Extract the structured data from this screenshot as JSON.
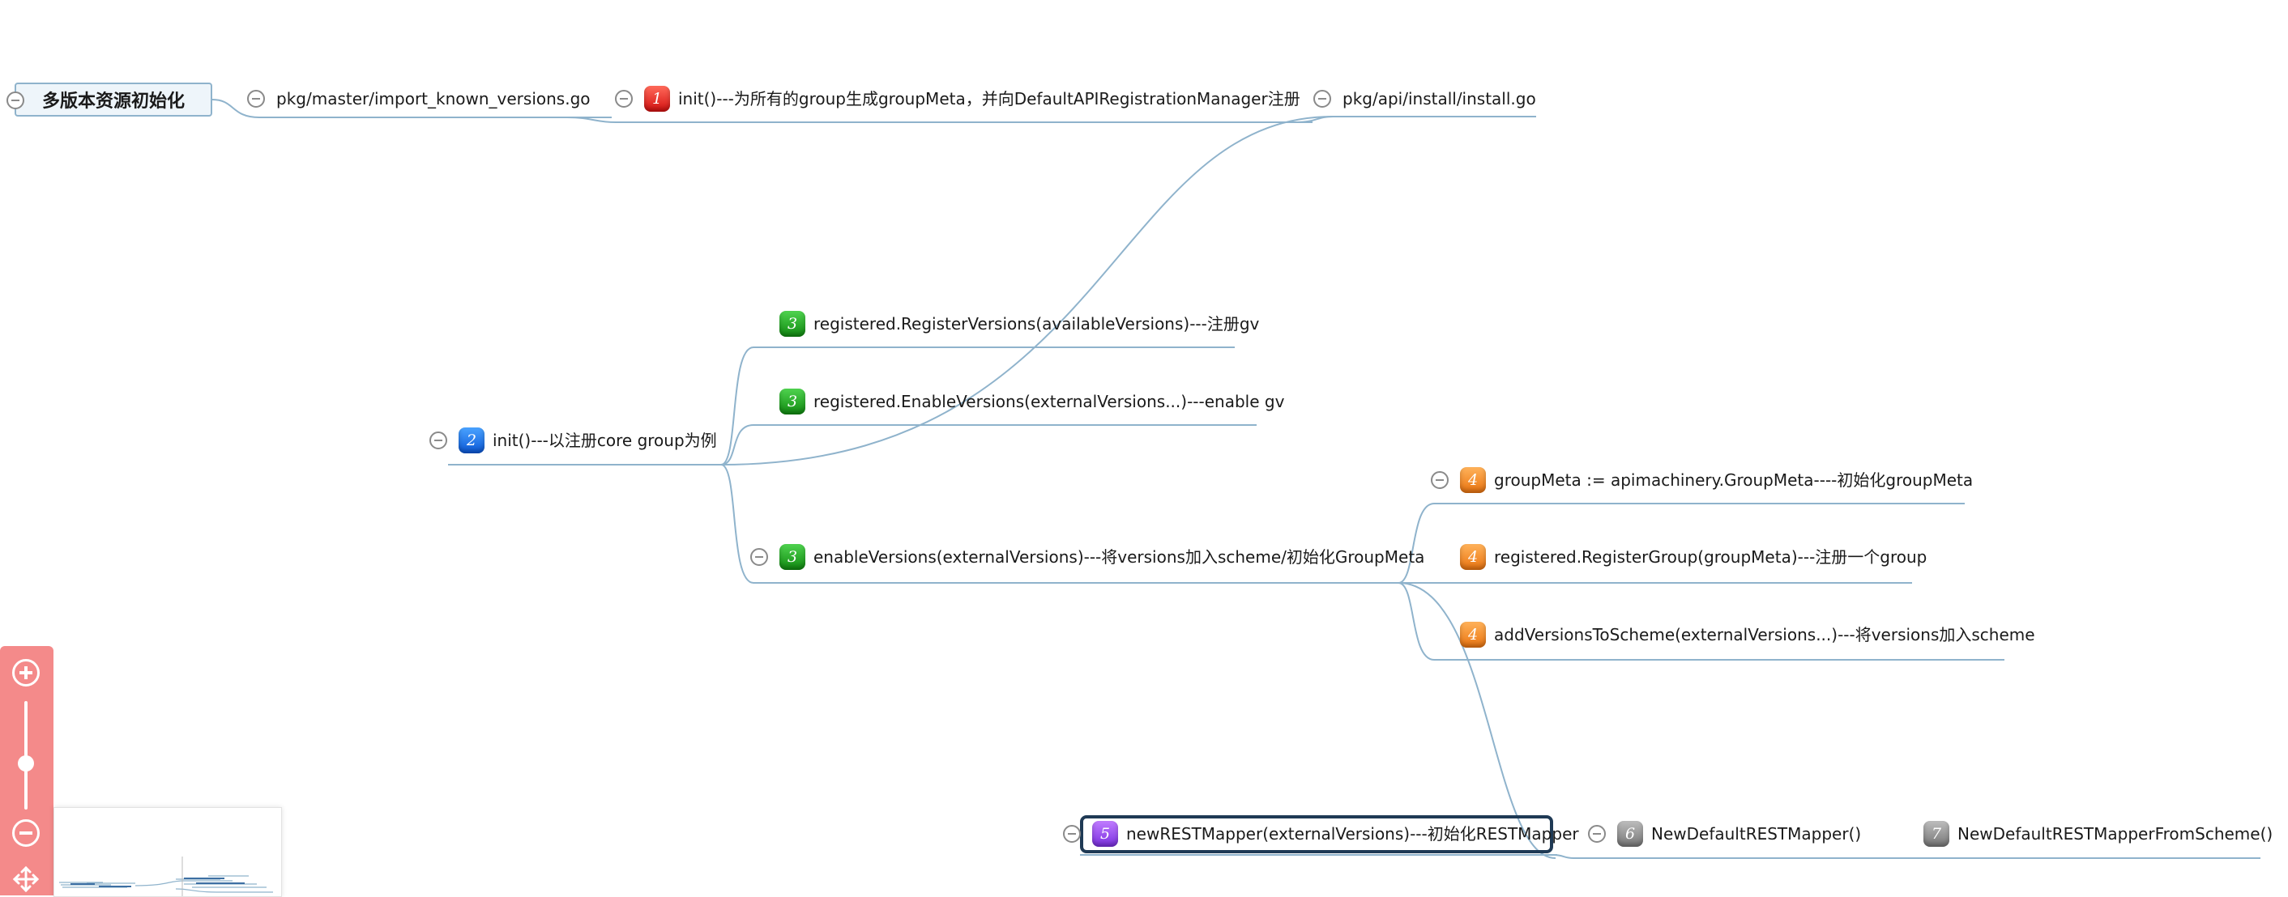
{
  "root": {
    "label": "多版本资源初始化"
  },
  "nodes": {
    "n_import": {
      "label": "pkg/master/import_known_versions.go"
    },
    "n_init1": {
      "badge": "1",
      "label": "init()---为所有的group生成groupMeta，并向DefaultAPIRegistrationManager注册"
    },
    "n_install": {
      "label": "pkg/api/install/install.go"
    },
    "n_init2": {
      "badge": "2",
      "label": "init()---以注册core group为例"
    },
    "n_regver": {
      "badge": "3",
      "label": "registered.RegisterVersions(availableVersions)---注册gv"
    },
    "n_enablever": {
      "badge": "3",
      "label": "registered.EnableVersions(externalVersions...)---enable gv"
    },
    "n_enableVersions": {
      "badge": "3",
      "label": "enableVersions(externalVersions)---将versions加入scheme/初始化GroupMeta"
    },
    "n_groupMeta": {
      "badge": "4",
      "label": "groupMeta := apimachinery.GroupMeta----初始化groupMeta"
    },
    "n_regGroup": {
      "badge": "4",
      "label": "registered.RegisterGroup(groupMeta)---注册一个group"
    },
    "n_addVersions": {
      "badge": "4",
      "label": "addVersionsToScheme(externalVersions...)---将versions加入scheme"
    },
    "n_newRESTMapper": {
      "badge": "5",
      "label": "newRESTMapper(externalVersions)---初始化RESTMapper"
    },
    "n_newDefault": {
      "badge": "6",
      "label": "NewDefaultRESTMapper()"
    },
    "n_fromScheme": {
      "badge": "7",
      "label": "NewDefaultRESTMapperFromScheme()"
    }
  },
  "colors": {
    "connector": "#8fb3cc",
    "zoom_panel": "#f48a8a",
    "selected_border": "#1f3a55",
    "badge_red": "#d41010",
    "badge_blue": "#0b58d8",
    "badge_green": "#108a10",
    "badge_orange": "#ea7410",
    "badge_purple": "#7a2fe0",
    "badge_gray": "#767676"
  },
  "controls": {
    "zoom_in_icon": "plus-circle-icon",
    "zoom_out_icon": "minus-circle-icon",
    "pan_icon": "move-arrows-icon",
    "zoom_level": 0.5
  }
}
